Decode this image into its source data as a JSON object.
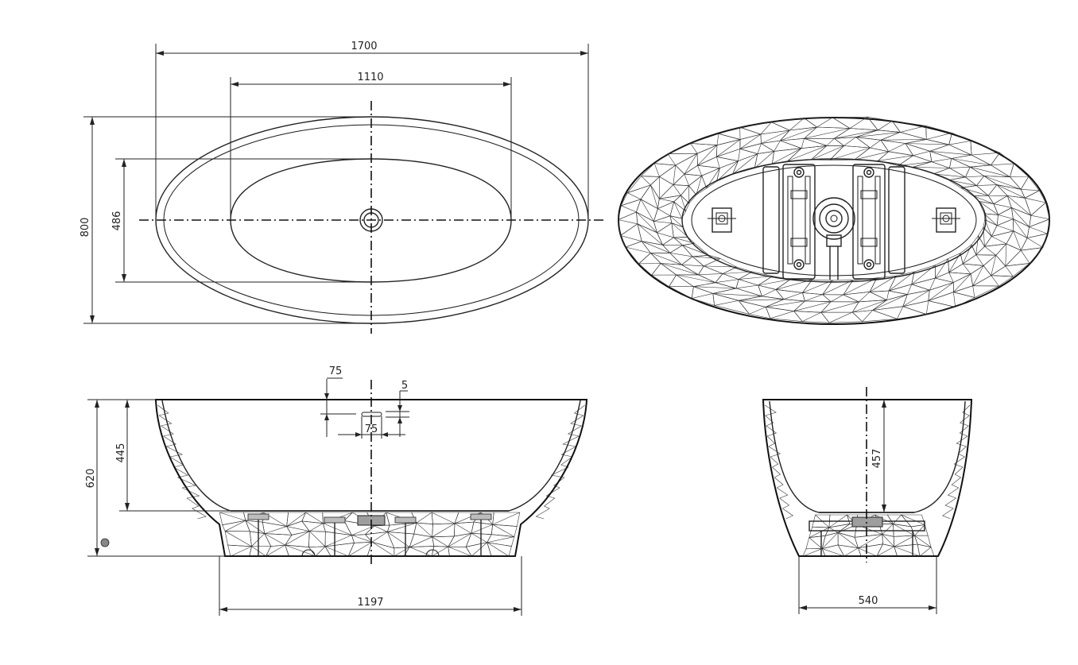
{
  "dimensions": {
    "overall_length": "1700",
    "inner_length": "1110",
    "overall_width": "800",
    "inner_width": "486",
    "overall_height": "620",
    "inner_depth_front": "445",
    "overflow_offset": "75",
    "overflow_length": "75",
    "overflow_height": "5",
    "base_length": "1197",
    "inner_depth_side": "457",
    "base_width": "540"
  },
  "colors": {
    "line": "#1a1a1a",
    "background": "#ffffff",
    "plate": "#c6c6c6"
  }
}
